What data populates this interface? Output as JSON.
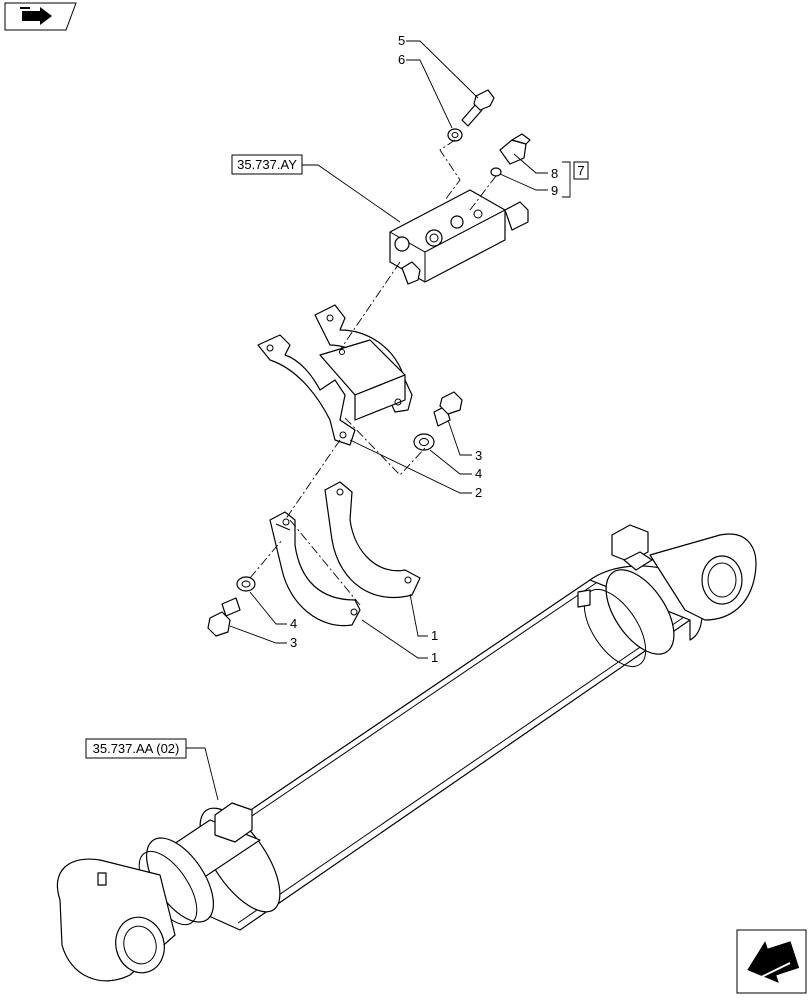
{
  "references": {
    "valve_block": "35.737.AY",
    "cylinder": "35.737.AA (02)",
    "kit": "7"
  },
  "callouts": {
    "c1a": "1",
    "c1b": "1",
    "c2": "2",
    "c3a": "3",
    "c4a": "4",
    "c4b": "4",
    "c3b": "3",
    "c5": "5",
    "c6": "6",
    "c8": "8",
    "c9": "9"
  },
  "icons": {
    "top_left": "folder-arrow-icon",
    "bottom_right": "next-page-arrow-icon"
  }
}
